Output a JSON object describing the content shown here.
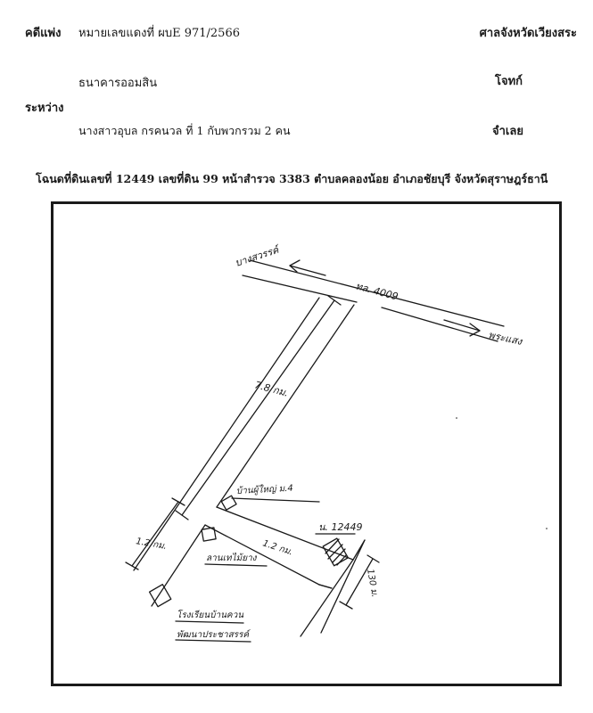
{
  "header": {
    "case_label": "คดีแพ่ง",
    "case_number": "หมายเลขแดงที่  ผบE 971/2566",
    "court_name": "ศาลจังหวัดเวียงสระ"
  },
  "parties": {
    "plaintiff_name": "ธนาคารออมสิน",
    "plaintiff_role": "โจทก์",
    "between_label": "ระหว่าง",
    "defendant_name": "นางสาวอุบล กรคนวล ที่ 1 กับพวกรวม 2 คน",
    "defendant_role": "จำเลย"
  },
  "deed_line": "โฉนดที่ดินเลขที่ 12449  เลขที่ดิน 99  หน้าสำรวจ 3383  ตำบลคลองน้อย  อำเภอชัยบุรี  จังหวัดสุราษฎร์ธานี",
  "map": {
    "label_north_destination": "บางสวรรค์",
    "label_road": "ทล. 4009",
    "label_east_destination": "พระแสง",
    "label_distance_main_road": "7.8 กม.",
    "label_village_head": "บ้านผู้ใหญ่ ม.4",
    "label_parcel": "น. 12449",
    "label_distance_left": "1.2 กม.",
    "label_distance_side_road": "1.2 กม.",
    "label_rubber_yard": "ลานเทไม้ยาง",
    "label_distance_parcel": "130 ม.",
    "label_school_line1": "โรงเรียนบ้านควน",
    "label_school_line2": "พัฒนาประชาสรรค์"
  }
}
